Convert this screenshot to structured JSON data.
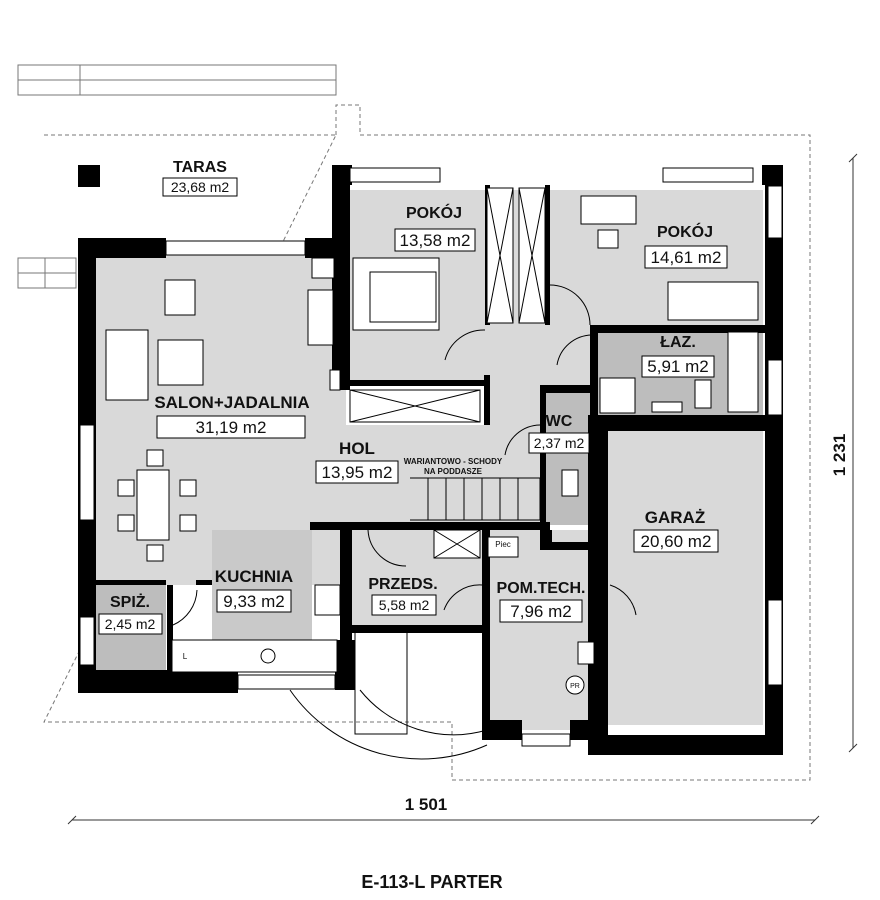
{
  "drawing": {
    "title": "E-113-L PARTER"
  },
  "dimensions": {
    "width": "1 501",
    "depth": "1 231"
  },
  "rooms": {
    "taras": {
      "name": "TARAS",
      "area": "23,68 m2"
    },
    "pokoj1": {
      "name": "POKÓJ",
      "area": "13,58 m2"
    },
    "pokoj2": {
      "name": "POKÓJ",
      "area": "14,61 m2"
    },
    "laz": {
      "name": "ŁAZ.",
      "area": "5,91 m2"
    },
    "salon": {
      "name": "SALON+JADALNIA",
      "area": "31,19 m2"
    },
    "hol": {
      "name": "HOL",
      "area": "13,95 m2"
    },
    "wc": {
      "name": "WC",
      "area": "2,37 m2"
    },
    "garaz": {
      "name": "GARAŻ",
      "area": "20,60 m2"
    },
    "kuchnia": {
      "name": "KUCHNIA",
      "area": "9,33 m2"
    },
    "spiz": {
      "name": "SPIŻ.",
      "area": "2,45 m2"
    },
    "przeds": {
      "name": "PRZEDS.",
      "area": "5,58 m2"
    },
    "pomtech": {
      "name": "POM.TECH.",
      "area": "7,96 m2"
    }
  },
  "notes": {
    "stairs_line1": "WARIANTOWO - SCHODY",
    "stairs_line2": "NA PODDASZE",
    "piec": "Piec",
    "pr": "PR",
    "l": "L"
  },
  "colors": {
    "wall": "#000000",
    "floor": "#d9d9d9",
    "wet_room": "#bdbdbd",
    "kitchen": "#c9c9c9"
  }
}
